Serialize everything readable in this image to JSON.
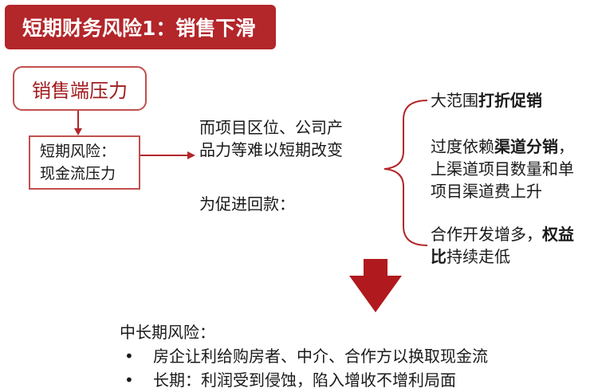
{
  "title": "短期财务风险1：销售下滑",
  "pressure_box": "销售端压力",
  "short_risk": {
    "line1": "短期风险：",
    "line2": "现金流压力"
  },
  "middle": {
    "line1": "而项目区位、公司产",
    "line2": "品力等难以短期改变",
    "line3": "为促进回款："
  },
  "right_items": {
    "item1": {
      "normal": "大范围",
      "bold": "打折促销"
    },
    "item2": {
      "pre": "过度依赖",
      "bold": "渠道分销",
      "post": "，上渠道项目数量和单项目渠道费上升"
    },
    "item3": {
      "pre": "合作开发增多，",
      "bold": "权益比",
      "post": "持续走低"
    }
  },
  "bottom": {
    "heading": "中长期风险：",
    "bullets": [
      "房企让利给购房者、中介、合作方以换取现金流",
      "长期：利润受到侵蚀，陷入增收不增利局面"
    ],
    "bullet_symbol": "•"
  },
  "colors": {
    "accent": "#b3262a",
    "accent_light": "#c0504d",
    "text_red": "#a01c20",
    "down_arrow": "#b0191e"
  }
}
